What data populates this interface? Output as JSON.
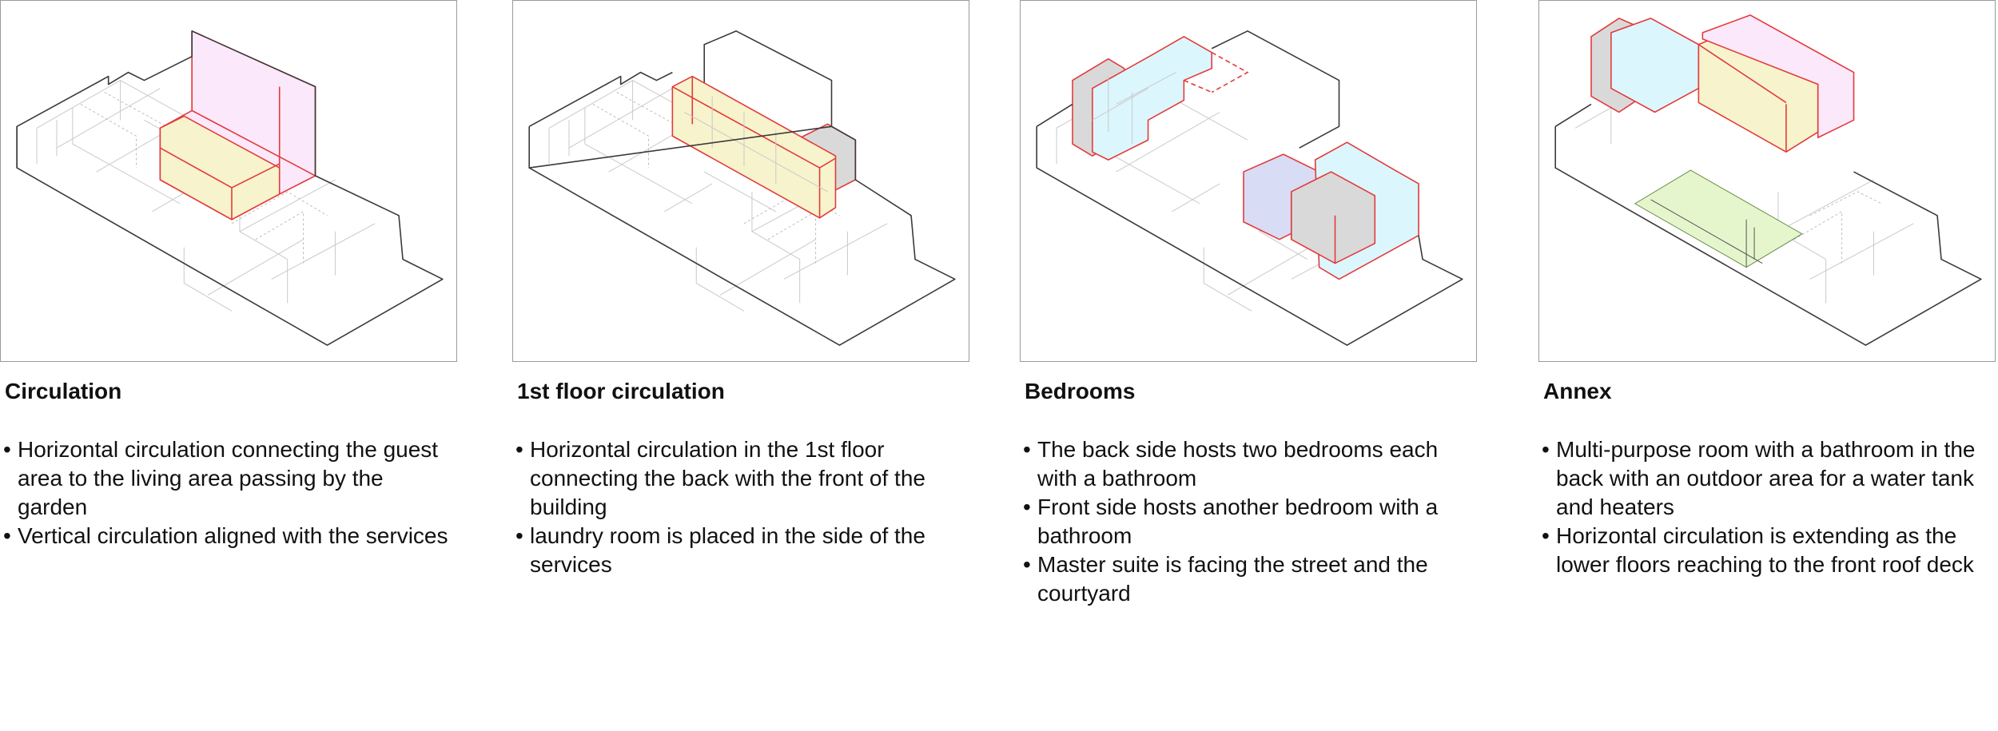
{
  "colors": {
    "highlight_stroke": "#e23b3b",
    "pink": "#fce8fb",
    "yellow": "#f7f3cc",
    "cyan": "#dcf6fd",
    "gray": "#d9d9d9",
    "blue": "#d8dcf5",
    "green": "#e5f6cc"
  },
  "panels": [
    {
      "title": "Circulation",
      "bullets": [
        "Horizontal circulation connecting the guest area to the living area passing by the garden",
        "Vertical circulation aligned with the services"
      ]
    },
    {
      "title": "1st floor circulation",
      "bullets": [
        "Horizontal circulation in the 1st floor connecting the back with the front of the building",
        "laundry room is placed in the side of the services"
      ]
    },
    {
      "title": "Bedrooms",
      "bullets": [
        "The back side hosts two bedrooms each with a bathroom",
        "Front side hosts another bedroom with a bathroom",
        "Master suite is facing the street and the courtyard"
      ]
    },
    {
      "title": "Annex",
      "bullets": [
        "Multi-purpose room with a bathroom in the back with an outdoor area for a water tank and heaters",
        "Horizontal circulation is extending as the lower floors reaching to the front roof deck"
      ]
    }
  ]
}
